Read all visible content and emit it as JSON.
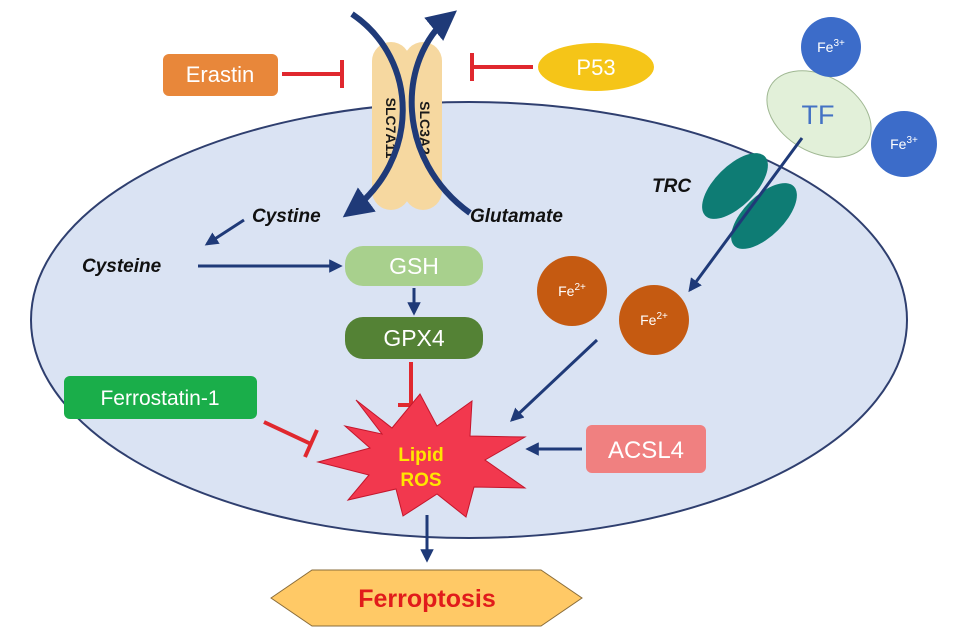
{
  "diagram": {
    "nodes": {
      "erastin": {
        "label": "Erastin",
        "color": "#E8873A"
      },
      "p53": {
        "label": "P53",
        "color": "#F5C518"
      },
      "slc7a11": {
        "label": "SLC7A11",
        "color": "#F6D8A0"
      },
      "slc3a2": {
        "label": "SLC3A2",
        "color": "#F6D8A0"
      },
      "cystine": {
        "label": "Cystine"
      },
      "glutamate": {
        "label": "Glutamate"
      },
      "cysteine": {
        "label": "Cysteine"
      },
      "gsh": {
        "label": "GSH",
        "color": "#A8D08D"
      },
      "gpx4": {
        "label": "GPX4",
        "color": "#548235"
      },
      "ferrostatin": {
        "label": "Ferrostatin-1",
        "color": "#1AAE4A"
      },
      "lipid_ros": {
        "line1": "Lipid",
        "line2": "ROS",
        "color": "#F2384E",
        "text_color": "#FFE600"
      },
      "acsl4": {
        "label": "ACSL4",
        "color": "#F08080"
      },
      "ferroptosis": {
        "label": "Ferroptosis",
        "color": "#FFC966",
        "text_color": "#E11B1B"
      },
      "tf": {
        "label": "TF",
        "color": "#E2F0D9",
        "text_color": "#4472C4"
      },
      "trc": {
        "label": "TRC",
        "color": "#0E7C74"
      },
      "fe3_a": {
        "base": "Fe",
        "sup": "3+",
        "color": "#3C6CC9"
      },
      "fe3_b": {
        "base": "Fe",
        "sup": "3+",
        "color": "#3C6CC9"
      },
      "fe2_a": {
        "base": "Fe",
        "sup": "2+",
        "color": "#C55A11"
      },
      "fe2_b": {
        "base": "Fe",
        "sup": "2+",
        "color": "#C55A11"
      }
    },
    "colors": {
      "cell": "#DAE3F3",
      "cell_border": "#2F3F6F",
      "activation_arrow": "#1F3A78",
      "inhibition": "#E0282E"
    }
  }
}
